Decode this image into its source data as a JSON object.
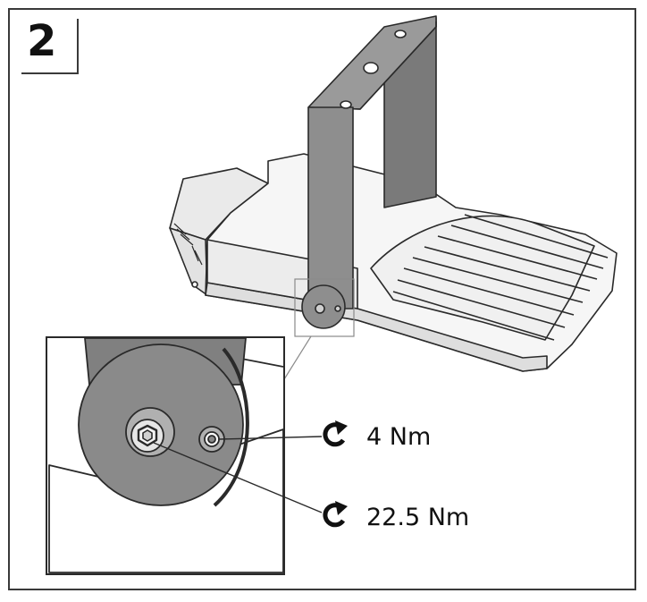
{
  "step": {
    "number": "2"
  },
  "torques": [
    {
      "label": "4 Nm",
      "icon": "clockwise-arrow-icon"
    },
    {
      "label": "22.5 Nm",
      "icon": "clockwise-arrow-icon"
    }
  ],
  "colors": {
    "line": "#2a2a2a",
    "metal": "#8d8d8d",
    "metal_dark": "#6d6d6d",
    "body": "#f2f2f2"
  }
}
